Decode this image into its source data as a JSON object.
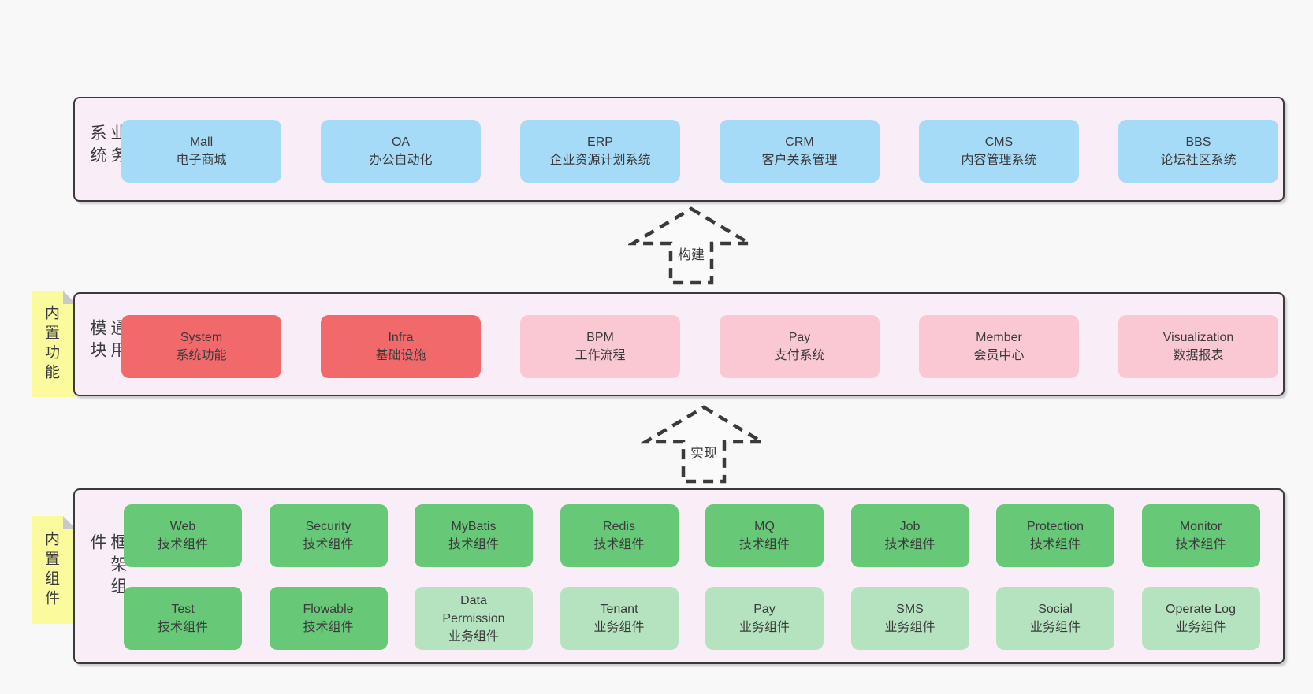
{
  "colors": {
    "page-bg": "#f8f8f8",
    "panel-bg": "#f9eef8",
    "border": "#3a3a3c",
    "text": "#3b3b3d",
    "blue": "#a6dbf7",
    "red": "#f2696c",
    "pink": "#fac8d3",
    "green": "#67c878",
    "green-light": "#b6e3bf",
    "note-yellow": "#fbfb9e",
    "note-fold": "#c9c9cc"
  },
  "notes": [
    {
      "text": "内置功能"
    },
    {
      "text": "内置组件"
    }
  ],
  "arrows": [
    {
      "label": "构建"
    },
    {
      "label": "实现"
    }
  ],
  "layers": [
    {
      "label": "业务系统",
      "boxes": [
        {
          "title": "Mall",
          "subtitle": "电子商城"
        },
        {
          "title": "OA",
          "subtitle": "办公自动化"
        },
        {
          "title": "ERP",
          "subtitle": "企业资源计划系统"
        },
        {
          "title": "CRM",
          "subtitle": "客户关系管理"
        },
        {
          "title": "CMS",
          "subtitle": "内容管理系统"
        },
        {
          "title": "BBS",
          "subtitle": "论坛社区系统"
        }
      ]
    },
    {
      "label": "通用模块",
      "boxes": [
        {
          "title": "System",
          "subtitle": "系统功能"
        },
        {
          "title": "Infra",
          "subtitle": "基础设施"
        },
        {
          "title": "BPM",
          "subtitle": "工作流程"
        },
        {
          "title": "Pay",
          "subtitle": "支付系统"
        },
        {
          "title": "Member",
          "subtitle": "会员中心"
        },
        {
          "title": "Visualization",
          "subtitle": "数据报表"
        }
      ]
    },
    {
      "label": "框架组件",
      "rows": [
        [
          {
            "title": "Web",
            "subtitle": "技术组件"
          },
          {
            "title": "Security",
            "subtitle": "技术组件"
          },
          {
            "title": "MyBatis",
            "subtitle": "技术组件"
          },
          {
            "title": "Redis",
            "subtitle": "技术组件"
          },
          {
            "title": "MQ",
            "subtitle": "技术组件"
          },
          {
            "title": "Job",
            "subtitle": "技术组件"
          },
          {
            "title": "Protection",
            "subtitle": "技术组件"
          },
          {
            "title": "Monitor",
            "subtitle": "技术组件"
          }
        ],
        [
          {
            "title": "Test",
            "subtitle": "技术组件"
          },
          {
            "title": "Flowable",
            "subtitle": "技术组件"
          },
          {
            "title": "Data Permission",
            "subtitle": "业务组件"
          },
          {
            "title": "Tenant",
            "subtitle": "业务组件"
          },
          {
            "title": "Pay",
            "subtitle": "业务组件"
          },
          {
            "title": "SMS",
            "subtitle": "业务组件"
          },
          {
            "title": "Social",
            "subtitle": "业务组件"
          },
          {
            "title": "Operate Log",
            "subtitle": "业务组件"
          }
        ]
      ]
    }
  ]
}
